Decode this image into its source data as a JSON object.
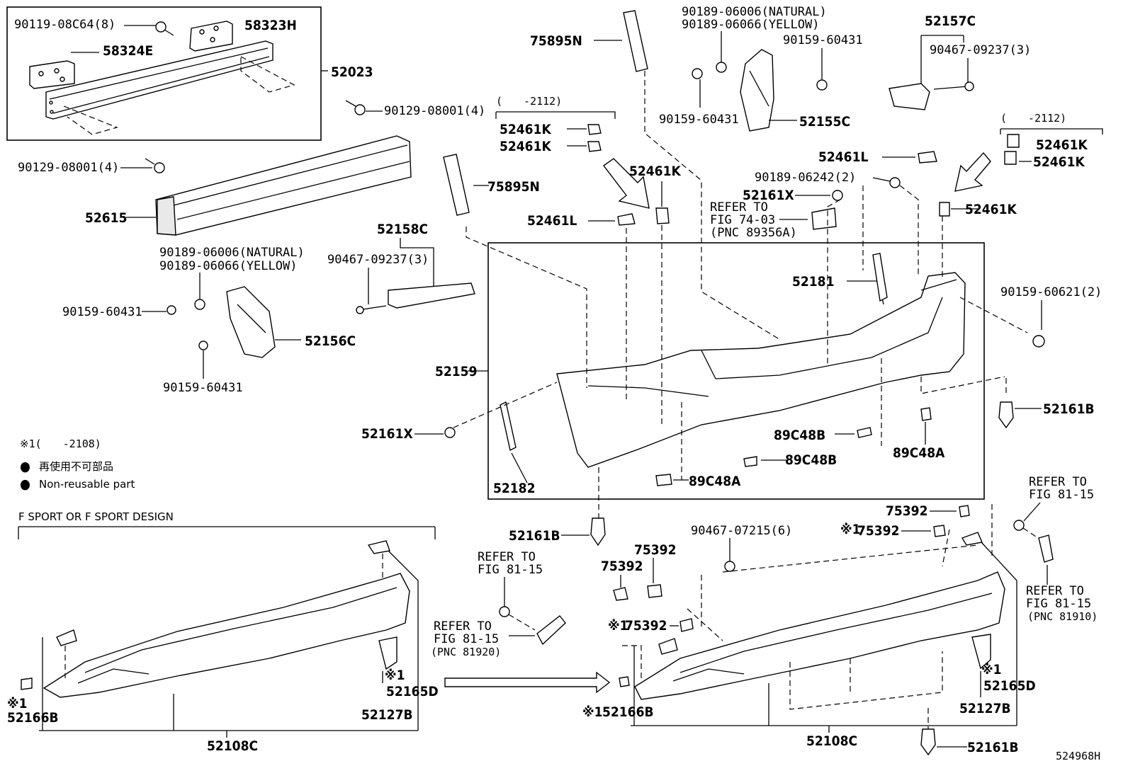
{
  "diagram_id": "524968H",
  "legend": {
    "mark_note": "※1(　　-2108)",
    "jp": "再使用不可部品",
    "en": "Non-reusable part",
    "bullet": "●"
  },
  "section_title": "F SPORT OR F SPORT DESIGN",
  "range_2112": "(　　-2112)",
  "refs": {
    "fig_74_03": "REFER TO\nFIG 74-03\n(PNC 89356A)",
    "fig_81_15": "REFER TO\nFIG 81-15",
    "fig_81_15_920": "REFER TO\nFIG 81-15\n(PNC 81920)",
    "fig_81_15_910": "REFER TO\nFIG 81-15\n(PNC 81910)"
  },
  "labels": {
    "p58323H": "58323H",
    "p58324E": "58324E",
    "p52023": "52023",
    "p90119": "90119-08C64(8)",
    "p90129a": "90129-08001(4)",
    "p90129b": "90129-08001(4)",
    "p52615": "52615",
    "p90189_nat": "90189-06006(NATURAL)",
    "p90189_yel": "90189-06066(YELLOW)",
    "p90159_a": "90159-60431",
    "p90159_b": "90159-60431",
    "p52156C": "52156C",
    "p52158C": "52158C",
    "p90467_237a": "90467-09237(3)",
    "p75895N_a": "75895N",
    "p75895N_b": "75895N",
    "p52461K_a": "52461K",
    "p52461K_b": "52461K",
    "p52461K_c": "52461K",
    "p52461K_d": "52461K",
    "p52461K_e": "52461K",
    "p52461K_f": "52461K",
    "p52461L_a": "52461L",
    "p52461L_b": "52461L",
    "p90189_nat2": "90189-06006(NATURAL)",
    "p90189_yel2": "90189-06066(YELLOW)",
    "p90159_c": "90159-60431",
    "p90159_d": "90159-60431",
    "p52155C": "52155C",
    "p52157C": "52157C",
    "p90467_237b": "90467-09237(3)",
    "p90189_242": "90189-06242(2)",
    "p52161X_a": "52161X",
    "p52161X_b": "52161X",
    "p52181": "52181",
    "p52182": "52182",
    "p52159": "52159",
    "p90159_621": "90159-60621(2)",
    "p52161B_a": "52161B",
    "p52161B_b": "52161B",
    "p52161B_c": "52161B",
    "p89C48B_a": "89C48B",
    "p89C48B_b": "89C48B",
    "p89C48A_a": "89C48A",
    "p89C48A_b": "89C48A",
    "p75392_a": "75392",
    "p75392_b": "75392",
    "p75392_c": "75392",
    "p75392_d": "75392",
    "p75392_e": "75392",
    "p90467_215": "90467-07215(6)",
    "p52166B_a": "52166B",
    "p52166B_b": "52166B",
    "p52165D_a": "52165D",
    "p52165D_b": "52165D",
    "p52127B_a": "52127B",
    "p52127B_b": "52127B",
    "p52108C_a": "52108C",
    "p52108C_b": "52108C",
    "mark1": "※1"
  }
}
